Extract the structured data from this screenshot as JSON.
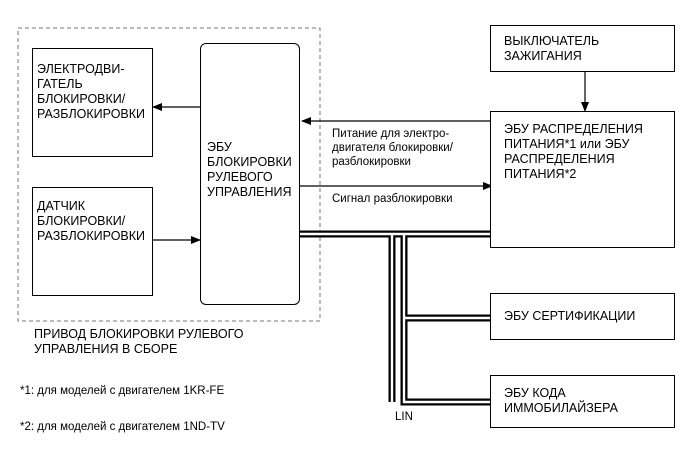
{
  "blocks": {
    "motor": "ЭЛЕКТРОДВИ-\nГАТЕЛЬ\nБЛОКИРОВКИ/\nРАЗБЛОКИРОВКИ",
    "sensor": "ДАТЧИК\nБЛОКИРОВКИ/\nРАЗБЛОКИРОВКИ",
    "steering_ecu": "ЭБУ\nБЛОКИРОВКИ\nРУЛЕВОГО\nУПРАВЛЕНИЯ",
    "ignition": "ВЫКЛЮЧАТЕЛЬ\nЗАЖИГАНИЯ",
    "power_ecu": "ЭБУ РАСПРЕДЕЛЕНИЯ\nПИТАНИЯ*1 или ЭБУ\nРАСПРЕДЕЛЕНИЯ\nПИТАНИЯ*2",
    "cert_ecu": "ЭБУ СЕРТИФИКАЦИИ",
    "immo_ecu": "ЭБУ КОДА\nИММОБИЛАЙЗЕРА"
  },
  "assembly_label": "ПРИВОД БЛОКИРОВКИ РУЛЕВОГО\nУПРАВЛЕНИЯ В СБОРЕ",
  "signals": {
    "power": "Питание для электро-\nдвигателя блокировки/\nразблокировки",
    "unlock": "Сигнал разблокировки",
    "bus": "LIN"
  },
  "footnotes": [
    "*1: для моделей с двигателем 1KR-FE",
    "*2: для моделей с двигателем 1ND-TV"
  ]
}
